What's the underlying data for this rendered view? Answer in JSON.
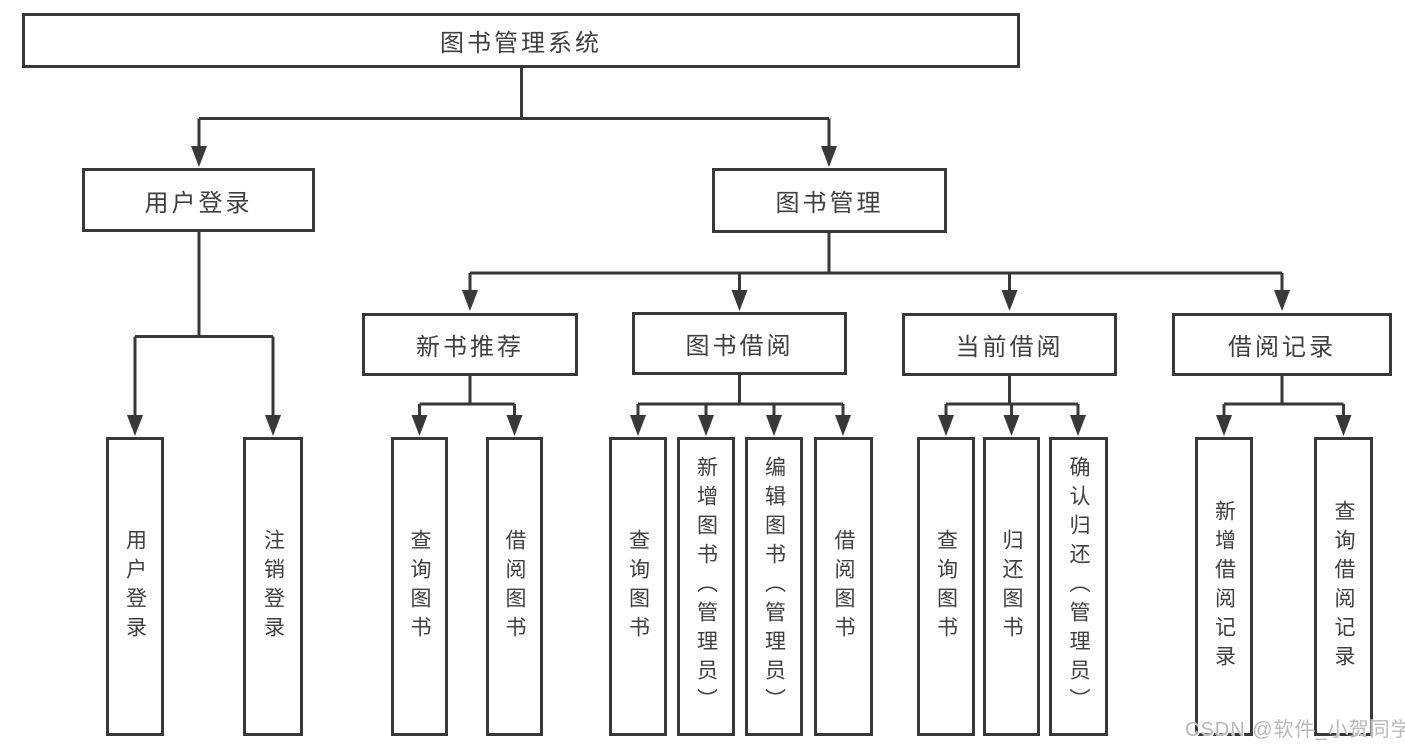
{
  "watermark": "CSDN @软件_小贺同学",
  "colors": {
    "line": "#383838",
    "text": "#3f3f3f",
    "watermark": "#b9b9b9",
    "background": "#ffffff"
  },
  "nodes": {
    "root": {
      "label": "图书管理系统"
    },
    "user_login": {
      "label": "用户登录"
    },
    "book_mgmt": {
      "label": "图书管理"
    },
    "new_books": {
      "label": "新书推荐"
    },
    "book_borrow": {
      "label": "图书借阅"
    },
    "current_borrow": {
      "label": "当前借阅"
    },
    "borrow_records": {
      "label": "借阅记录"
    },
    "login_user_login": {
      "label": "用户登录"
    },
    "login_logout": {
      "label": "注销登录"
    },
    "rec_query_books": {
      "label": "查询图书"
    },
    "rec_borrow_books": {
      "label": "借阅图书"
    },
    "bb_query_books": {
      "label": "查询图书"
    },
    "bb_add_books": {
      "label": "新增图书（管理员）"
    },
    "bb_edit_books": {
      "label": "编辑图书（管理员）"
    },
    "bb_borrow_books": {
      "label": "借阅图书"
    },
    "cb_query_books": {
      "label": "查询图书"
    },
    "cb_return_books": {
      "label": "归还图书"
    },
    "cb_confirm_return": {
      "label": "确认归还（管理员）"
    },
    "br_add_record": {
      "label": "新增借阅记录"
    },
    "br_query_record": {
      "label": "查询借阅记录"
    }
  }
}
